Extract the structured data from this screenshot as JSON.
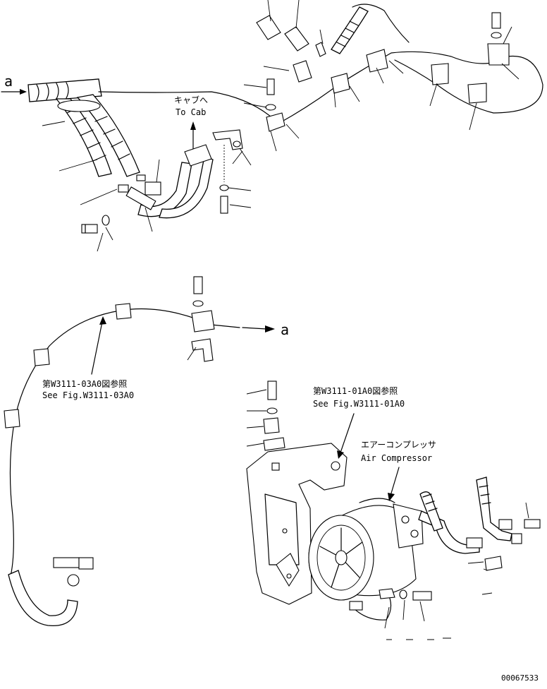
{
  "labels": {
    "ref_a_left": "a",
    "ref_a_right": "a",
    "to_cab_jp": "キャブへ",
    "to_cab_en": "To Cab",
    "see_fig_03_jp": "第W3111-03A0図参照",
    "see_fig_03_en": "See Fig.W3111-03A0",
    "see_fig_01_jp": "第W3111-01A0図参照",
    "see_fig_01_en": "See Fig.W3111-01A0",
    "air_comp_jp": "エアーコンプレッサ",
    "air_comp_en": "Air Compressor",
    "drawing_number": "00067533"
  },
  "colors": {
    "ink": "#000000",
    "paper": "#ffffff"
  }
}
